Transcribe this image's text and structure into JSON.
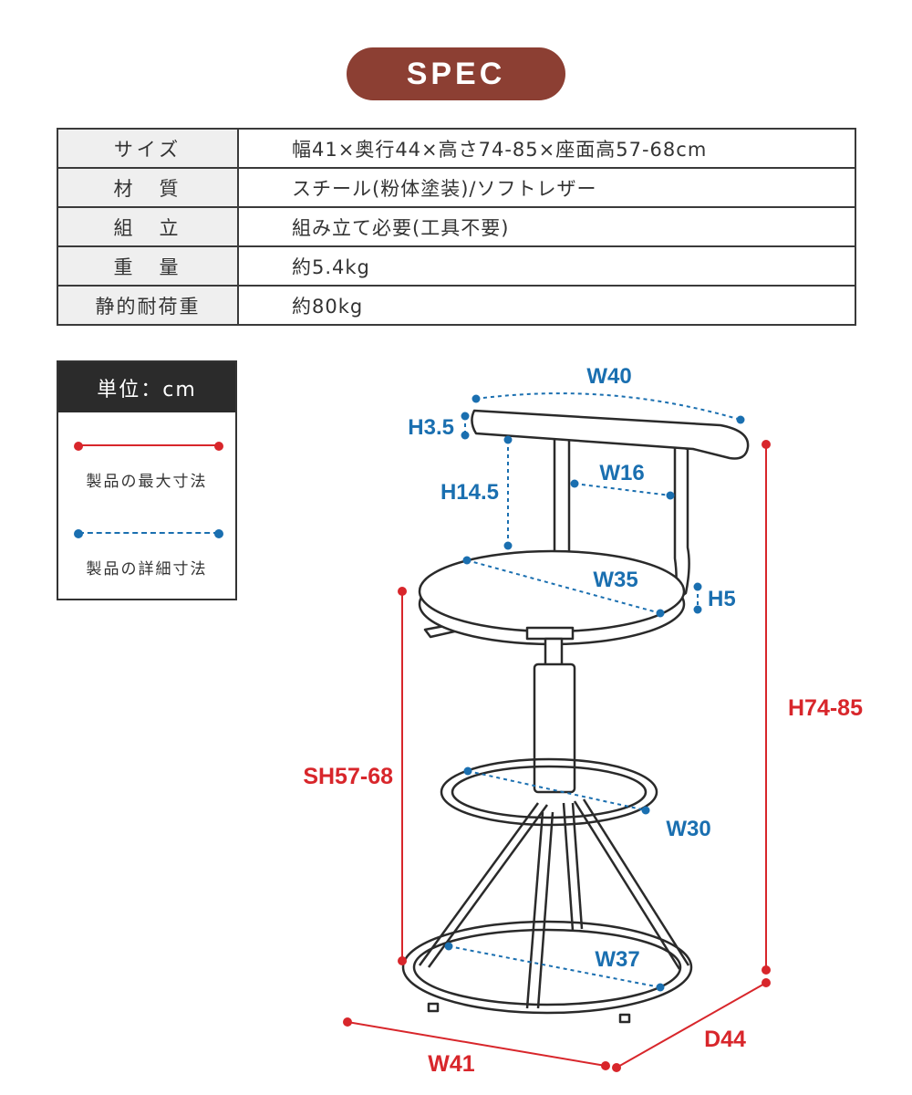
{
  "title": "SPEC",
  "spec_table": [
    {
      "label": "サイズ",
      "value": "幅41×奥行44×高さ74-85×座面高57-68cm"
    },
    {
      "label": "材　質",
      "value": "スチール(粉体塗装)/ソフトレザー"
    },
    {
      "label": "組　立",
      "value": "組み立て必要(工具不要)"
    },
    {
      "label": "重　量",
      "value": "約5.4kg"
    },
    {
      "label": "静的耐荷重",
      "value": "約80kg"
    }
  ],
  "legend": {
    "unit": "単位：cm",
    "max_label": "製品の最大寸法",
    "detail_label": "製品の詳細寸法"
  },
  "colors": {
    "accent": "#8c3f33",
    "max": "#d8262b",
    "detail": "#1a6fb0"
  },
  "dimensions": {
    "w40": "W40",
    "h3_5": "H3.5",
    "h14_5": "H14.5",
    "w16": "W16",
    "w35": "W35",
    "h5": "H5",
    "sh": "SH57-68",
    "h": "H74-85",
    "w30": "W30",
    "w37": "W37",
    "w41": "W41",
    "d44": "D44"
  }
}
